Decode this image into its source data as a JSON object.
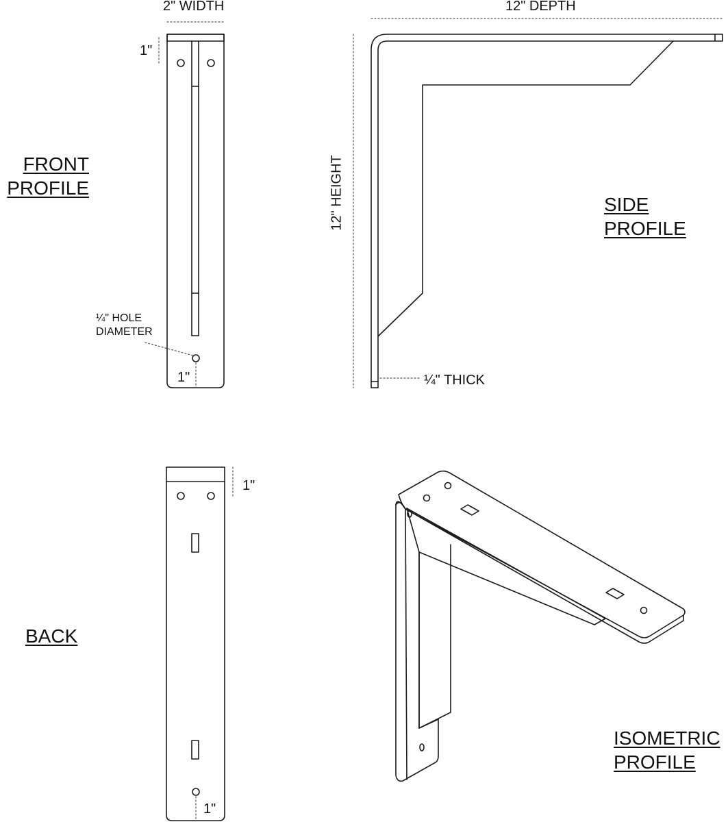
{
  "dimensions": {
    "width": "2\" WIDTH",
    "depth": "12\" DEPTH",
    "height": "12\" HEIGHT",
    "thickness": "¼\" THICK",
    "one_inch": "1\"",
    "hole_line1": "¼\" HOLE",
    "hole_line2": "DIAMETER"
  },
  "views": {
    "front": [
      "FRONT",
      "PROFILE"
    ],
    "side": [
      "SIDE",
      "PROFILE"
    ],
    "back": [
      "BACK"
    ],
    "isometric": [
      "ISOMETRIC",
      "PROFILE"
    ]
  },
  "colors": {
    "line": "#1a1a1a",
    "dim_line": "#555555",
    "background": "#ffffff"
  }
}
